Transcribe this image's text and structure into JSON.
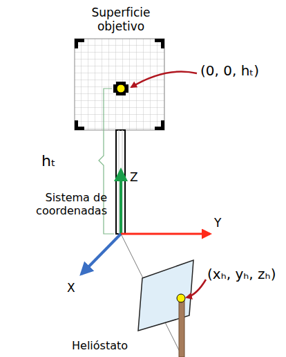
{
  "diagram": {
    "labels": [
      "Superficie objetivo",
      "(0, 0, hₜ)",
      "hₜ",
      "Z",
      "Y",
      "Sistema de coordenadas",
      "X",
      "(xₕ, yₕ, zₕ)",
      "Helióstato"
    ]
  }
}
